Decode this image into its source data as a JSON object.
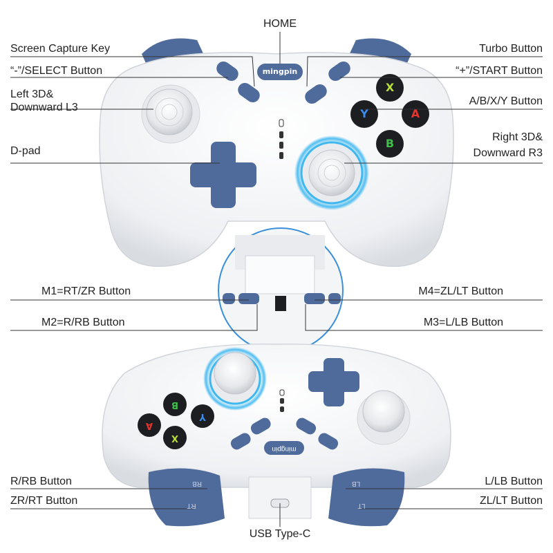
{
  "colors": {
    "shell": "#f2f3f5",
    "shell_shadow": "#d8dbe0",
    "accent_blue": "#4f6b9c",
    "button_dark": "#1c1e22",
    "leader": "#333333",
    "glow": "#3fb8f0",
    "x_green": "#b8e03a",
    "y_blue": "#3c8cf0",
    "a_red": "#e5342c",
    "b_green": "#3ec048"
  },
  "labels": {
    "home": "HOME",
    "screen_capture": "Screen Capture Key",
    "turbo": "Turbo Button",
    "select": "“-”/SELECT Button",
    "start": "“+”/START Button",
    "left_3d_l1": "Left 3D&",
    "left_3d_l2": "Downward L3",
    "abxy": "A/B/X/Y Button",
    "right_3d_l1": "Right 3D&",
    "right_3d_l2": "Downward R3",
    "dpad": "D-pad",
    "m1": "M1=RT/ZR Button",
    "m4": "M4=ZL/LT Button",
    "m2": "M2=R/RB Button",
    "m3": "M3=L/LB Button",
    "r_rb": "R/RB Button",
    "l_lb": "L/LB Button",
    "zr_rt": "ZR/RT Button",
    "zl_lt": "ZL/LT Button",
    "usb": "USB Type-C"
  },
  "brand": {
    "logo_text": "mingpin"
  },
  "buttons": {
    "x": "X",
    "y": "Y",
    "a": "A",
    "b": "B",
    "rb_print": "RB",
    "rt_print": "RT",
    "lb_print": "LB",
    "lt_print": "LT"
  }
}
